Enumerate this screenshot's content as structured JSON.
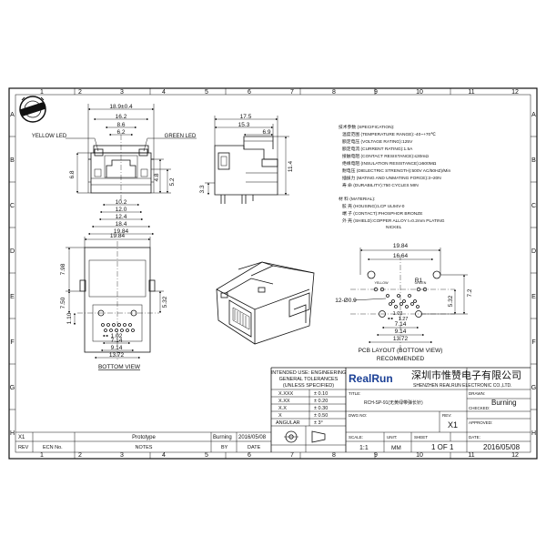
{
  "border": {
    "col_labels": [
      "1",
      "2",
      "3",
      "4",
      "5",
      "6",
      "7",
      "8",
      "9",
      "10",
      "11",
      "12"
    ],
    "row_labels": [
      "A",
      "B",
      "C",
      "D",
      "E",
      "F",
      "G",
      "H"
    ]
  },
  "front_view": {
    "dims": [
      "18.9±0.4",
      "16.2",
      "8.6",
      "6.2",
      "10.2",
      "12.0",
      "12.4",
      "18.4",
      "19.84",
      "6.8",
      "5.2",
      "4.8"
    ],
    "yellow_led": "YELLOW LED",
    "green_led": "GREEN LED"
  },
  "side_view": {
    "dims": [
      "17.5",
      "15.3",
      "6.9",
      "11.4",
      "3.3"
    ]
  },
  "specs": {
    "lines": [
      "技术参数 (SPECIFICATION):",
      "温度范围 (TEMPERATURE RANGE):-40~+70℃",
      "额定电压 (VOLTAGE RATING):125V",
      "额定电流 (CURRENT RATING):1.5A",
      "接触电阻 (CONTACT RESISTANCE):≤30mΩ",
      "绝缘电阻 (INSULATION RESISTANCE):≥500MΩ",
      "耐电压 (DIELECTRIC STRENGTH):500V AC/50HZ)/Min",
      "插拔力 (MATING AND UNMATING FORCE):3~20N",
      "寿 命 (DURABILITY):750 CYCLES MIN",
      "",
      "材 料 (MATERIAL):",
      "胶 壳 (HOUSING):LCP UL94V-0",
      "端 子 (CONTACT):PHOSPHOR BRONZE",
      "外 壳 (SHIELD):COPPER ALLOY t=0.2mm PLATING",
      "NICKEL"
    ]
  },
  "bottom_view": {
    "dims": [
      "19.84",
      "7.98",
      "7.50",
      "5.32",
      "1.10",
      "1.02",
      "7.14",
      "9.14",
      "13.72"
    ],
    "caption": "BOTTOM VIEW"
  },
  "pcb_layout": {
    "dims": [
      "19.84",
      "16.64",
      "R1",
      "5.32",
      "7.2",
      "12-Ø0.9",
      "1.27",
      "7.14",
      "9.14",
      "13.72",
      "1.02"
    ],
    "pad_labels": [
      "YELLOW",
      "GREEN"
    ],
    "caption": "PCB LAYOUT (BOTTOM VIEW)",
    "caption2": "RECOMMENDED"
  },
  "title_block": {
    "intended_use": "INTENDED USE: ENGINEERING",
    "general_tol": "GENERAL TOLERANCES",
    "unless": "(UNLESS SPECIFIED)",
    "tolerances": [
      {
        "label": "X.XXX",
        "value": "± 0.10"
      },
      {
        "label": "X.XX",
        "value": "± 0.20"
      },
      {
        "label": "X.X",
        "value": "± 0.30"
      },
      {
        "label": "X",
        "value": "± 0.50"
      },
      {
        "label": "ANGULAR",
        "value": "± 3°"
      }
    ],
    "logo": "RealRun",
    "company_cn": "深圳市惟赞电子有限公司",
    "company_en": "SHENZHEN REALRUN ELECTRONIC CO.,LTD.",
    "title_label": "TITLE:",
    "title_value": "RCH-SP-91(无黄绿带弹长针)",
    "drawn_label": "DRAWN:",
    "drawn_value": "Burning",
    "checked_label": "CHECKED:",
    "dwg_label": "DWG NO:",
    "rev_label": "REV:",
    "rev_value": "X1",
    "approved_label": "APPROVED:",
    "date_label": "DATE:",
    "scale_label": "SCALE:",
    "scale_value": "1:1",
    "unit_label": "UNIT:",
    "unit_value": "MM",
    "sheet_label": "SHEET",
    "sheet_value": "1 OF 1",
    "date_value": "2016/05/08"
  },
  "revision": {
    "row": {
      "rev": "X1",
      "desc": "Prototype",
      "by": "Burning",
      "date": "2016/05/08"
    },
    "headers": {
      "rev": "REV",
      "ecn": "ECN No.",
      "notes": "NOTES",
      "by": "BY",
      "date": "DATE"
    }
  }
}
